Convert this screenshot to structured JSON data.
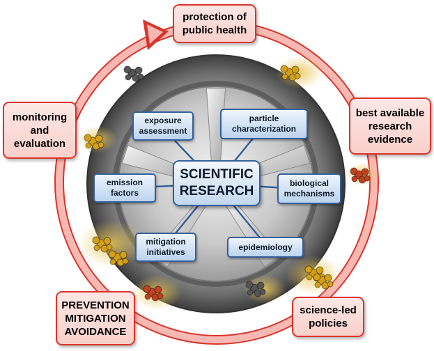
{
  "center": {
    "label": "SCIENTIFIC\nRESEARCH"
  },
  "inner_topics": {
    "exposure_assessment": "exposure\nassessment",
    "particle_characterization": "particle\ncharacterization",
    "emission_factors": "emission\nfactors",
    "biological_mechanisms": "biological\nmechanisms",
    "mitigation_initiatives": "mitigation\ninitiatives",
    "epidemiology": "epidemiology"
  },
  "cycle_steps": {
    "protection": "protection of\npublic health",
    "evidence": "best available\nresearch\nevidence",
    "policies": "science-led\npolicies",
    "prevention": "PREVENTION\nMITIGATION\nAVOIDANCE",
    "monitoring": "monitoring\nand\nevaluation"
  },
  "colors": {
    "cycle_arrow": "#f4a7a3",
    "cycle_border": "#d9342b",
    "topic_border": "#35609a",
    "topic_fill": "#c9dcf2",
    "tyre": "#7e7e7e",
    "particle_dark": "#555555",
    "particle_yellow": "#d4a017",
    "particle_red": "#c0411f",
    "dust_glow": "#e6c25a"
  }
}
